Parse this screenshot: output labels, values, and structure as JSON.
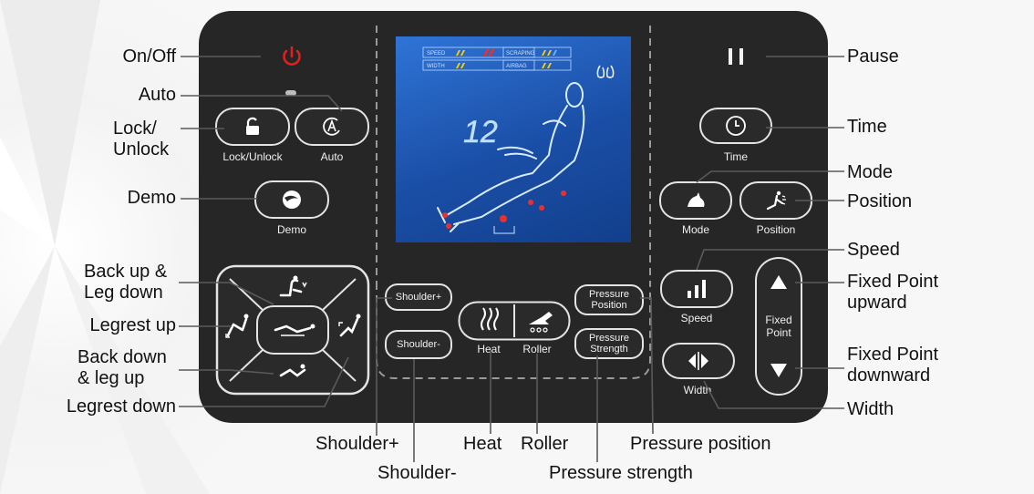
{
  "panel": {
    "accent_red": "#e02020",
    "buttons": {
      "lock_unlock": "Lock/Unlock",
      "auto": "Auto",
      "demo": "Demo",
      "time": "Time",
      "mode": "Mode",
      "position": "Position",
      "speed": "Speed",
      "fixed_point": "Fixed Point",
      "width": "Width",
      "heat": "Heat",
      "roller": "Roller",
      "shoulder_plus": "Shoulder+",
      "shoulder_minus": "Shoulder-",
      "pressure_position": "Pressure Position",
      "pressure_strength": "Pressure Strength"
    },
    "icons": {
      "power": "power-icon",
      "pause": "pause-icon",
      "lock": "lock-icon",
      "auto": "auto-icon",
      "demo": "demo-icon",
      "clock": "clock-icon",
      "mode": "mode-icon",
      "position": "position-icon",
      "speed": "speed-bars-icon",
      "width": "width-icon",
      "heat": "heat-icon",
      "roller": "roller-icon"
    },
    "lcd": {
      "speed": "SPEED",
      "scraping": "SCRAPING",
      "width": "WIDTH",
      "airbag": "AIRBAG",
      "timer": "12"
    }
  },
  "callouts": {
    "on_off": "On/Off",
    "auto": "Auto",
    "lock_line1": "Lock/",
    "lock_line2": "Unlock",
    "demo": "Demo",
    "back_up_line1": "Back up &",
    "back_up_line2": "Leg down",
    "legrest_up": "Legrest up",
    "back_down_line1": "Back down",
    "back_down_line2": "& leg up",
    "legrest_down": "Legrest down",
    "pause": "Pause",
    "time": "Time",
    "mode": "Mode",
    "position": "Position",
    "speed": "Speed",
    "fixed_up_line1": "Fixed Point",
    "fixed_up_line2": "upward",
    "fixed_down_line1": "Fixed Point",
    "fixed_down_line2": "downward",
    "width": "Width",
    "shoulder_plus": "Shoulder+",
    "shoulder_minus": "Shoulder-",
    "heat": "Heat",
    "roller": "Roller",
    "pressure_position": "Pressure position",
    "pressure_strength": "Pressure strength"
  }
}
